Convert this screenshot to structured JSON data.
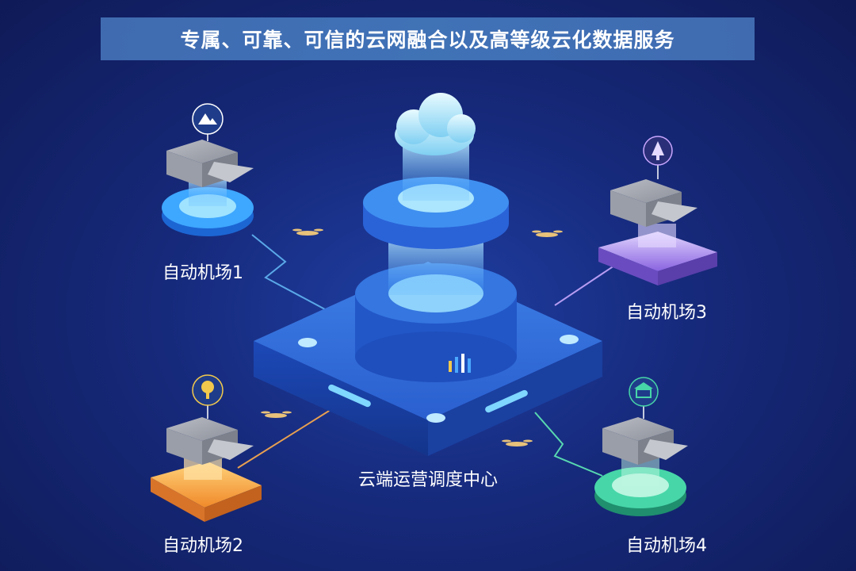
{
  "banner": {
    "title": "专属、可靠、可信的云网融合以及高等级云化数据服务"
  },
  "center": {
    "label": "云端运营调度中心"
  },
  "airports": [
    {
      "label": "自动机场1",
      "icon": "mountain-icon",
      "color": "#3ea7ff"
    },
    {
      "label": "自动机场2",
      "icon": "tree-icon",
      "color": "#f29a3a"
    },
    {
      "label": "自动机场3",
      "icon": "pine-tree-icon",
      "color": "#9c7ee8"
    },
    {
      "label": "自动机场4",
      "icon": "pavilion-icon",
      "color": "#47d6a8"
    }
  ],
  "colors": {
    "accent_blue": "#4aa8ff",
    "orange": "#f29a3a",
    "purple": "#9c7ee8",
    "green": "#47d6a8",
    "icon_gold": "#f2c94c"
  }
}
